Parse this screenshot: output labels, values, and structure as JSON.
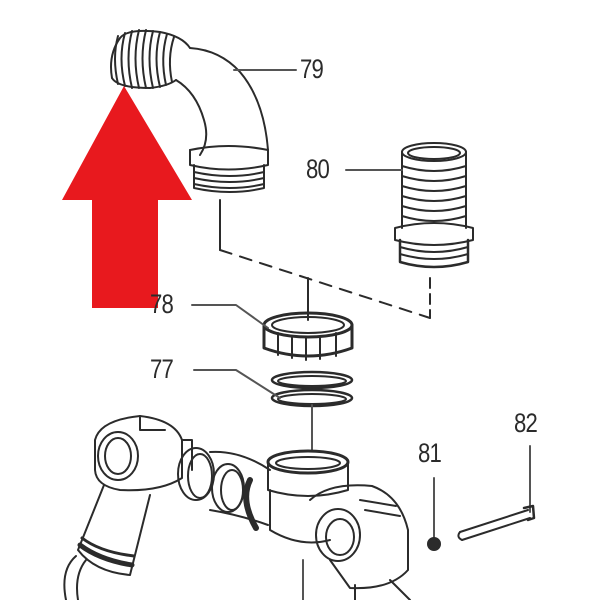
{
  "diagram": {
    "type": "exploded-parts-view",
    "background": "#ffffff",
    "line_color": "#2b2b2b",
    "highlight_arrow": {
      "color": "#e8191e",
      "direction": "up",
      "points_to_part": "79"
    },
    "parts": [
      {
        "id": "79",
        "label": "79",
        "description": "elbow hose connector (threaded, 90° bend)"
      },
      {
        "id": "80",
        "label": "80",
        "description": "straight hose barb adapter (threaded)"
      },
      {
        "id": "78",
        "label": "78",
        "description": "union nut"
      },
      {
        "id": "77",
        "label": "77",
        "description": "O-ring pair"
      },
      {
        "id": "81",
        "label": "81",
        "description": "nut"
      },
      {
        "id": "82",
        "label": "82",
        "description": "bolt / pin"
      }
    ],
    "relations": [
      {
        "from": "79",
        "to": "78",
        "style": "dashed",
        "note": "alternative connection path"
      },
      {
        "from": "80",
        "to": "78",
        "style": "dashed",
        "note": "alternative connection path"
      }
    ]
  }
}
